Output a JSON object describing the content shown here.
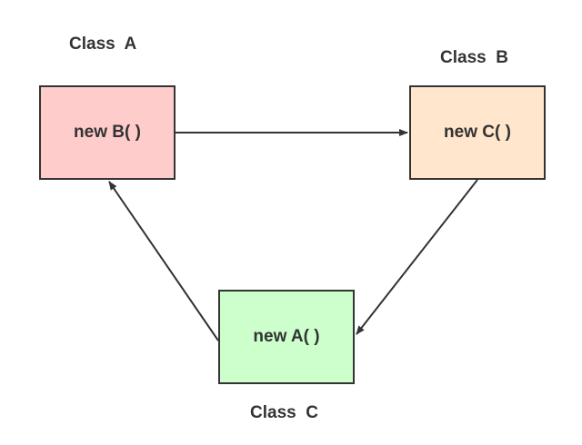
{
  "nodes": [
    {
      "id": "A",
      "class_label": "Class  A",
      "code": "new B( )",
      "fill": "#ffcccc"
    },
    {
      "id": "B",
      "class_label": "Class  B",
      "code": "new C( )",
      "fill": "#ffe6cc"
    },
    {
      "id": "C",
      "class_label": "Class  C",
      "code": "new A( )",
      "fill": "#ccffcc"
    }
  ],
  "edges": [
    {
      "from": "A",
      "to": "B"
    },
    {
      "from": "B",
      "to": "C"
    },
    {
      "from": "C",
      "to": "A"
    }
  ],
  "colors": {
    "stroke": "#333333",
    "text": "#333333",
    "background": "#ffffff"
  }
}
